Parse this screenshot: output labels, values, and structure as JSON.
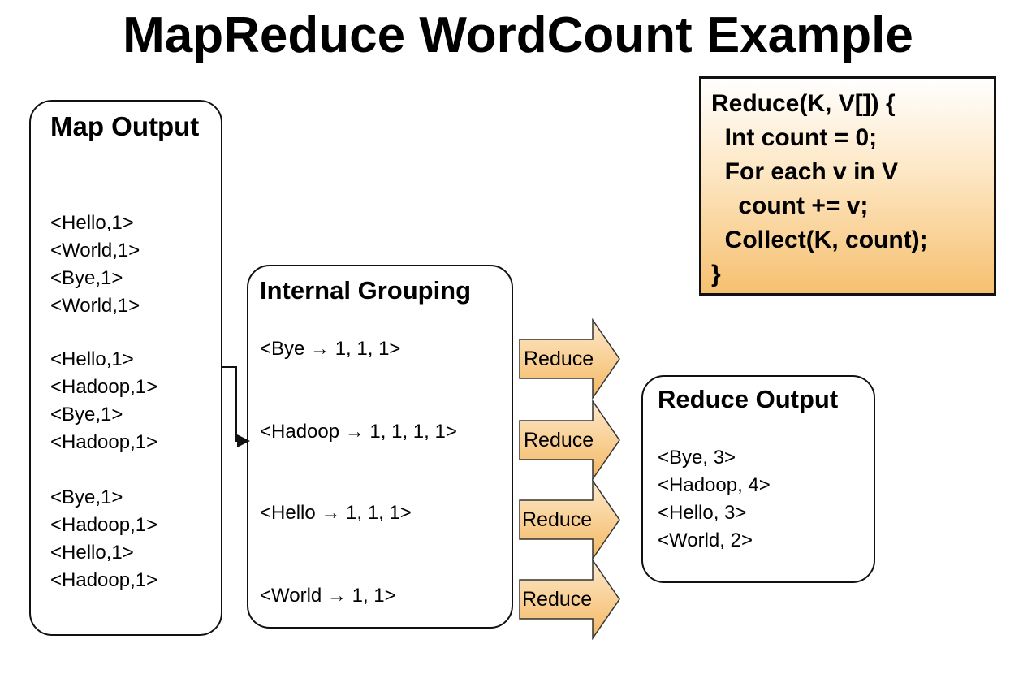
{
  "title": "MapReduce WordCount Example",
  "map_output": {
    "title": "Map Output",
    "groups": [
      [
        "<Hello,1>",
        "<World,1>",
        "<Bye,1>",
        "<World,1>"
      ],
      [
        "<Hello,1>",
        "<Hadoop,1>",
        "<Bye,1>",
        "<Hadoop,1>"
      ],
      [
        "<Bye,1>",
        "<Hadoop,1>",
        "<Hello,1>",
        "<Hadoop,1>"
      ]
    ]
  },
  "internal_grouping": {
    "title": "Internal Grouping",
    "rows": [
      "<Bye → 1, 1, 1>",
      "<Hadoop → 1, 1, 1, 1>",
      "<Hello → 1, 1, 1>",
      "<World → 1, 1>"
    ]
  },
  "reduce_arrows": [
    "Reduce",
    "Reduce",
    "Reduce",
    "Reduce"
  ],
  "reduce_output": {
    "title": "Reduce Output",
    "rows": [
      "<Bye, 3>",
      "<Hadoop, 4>",
      "<Hello, 3>",
      "<World, 2>"
    ]
  },
  "code": [
    "Reduce(K, V[]) {",
    "  Int count = 0;",
    "  For each v in V",
    "    count += v;",
    "  Collect(K, count);",
    "}"
  ],
  "colors": {
    "arrow_fill_top": "#fde9cc",
    "arrow_fill_bottom": "#f4b862",
    "code_bg_bottom": "#f6c070"
  }
}
